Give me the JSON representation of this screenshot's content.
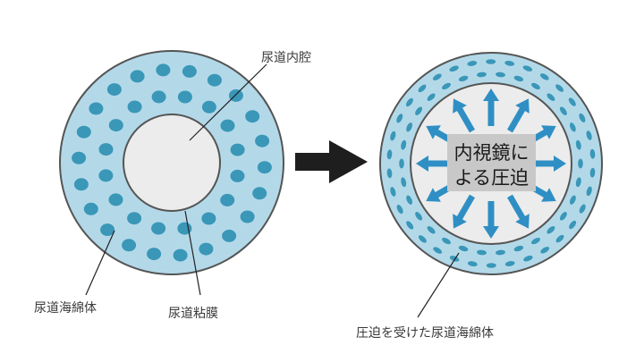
{
  "labels": {
    "lumen": "尿道内腔",
    "spongy_body": "尿道海綿体",
    "mucosa": "尿道粘膜",
    "compressed_spongy_body": "圧迫を受けた尿道海綿体"
  },
  "compression_box": {
    "line1": "内視鏡に",
    "line2": "よる圧迫"
  },
  "colors": {
    "spongy_fill": "#b3d9e9",
    "dot": "#3a97b8",
    "lumen_fill": "#ececec",
    "outline": "#555555",
    "arrow_blue": "#2f8fc4",
    "transition_arrow": "#1e1e1e",
    "box_fill": "#c8c8c8"
  }
}
